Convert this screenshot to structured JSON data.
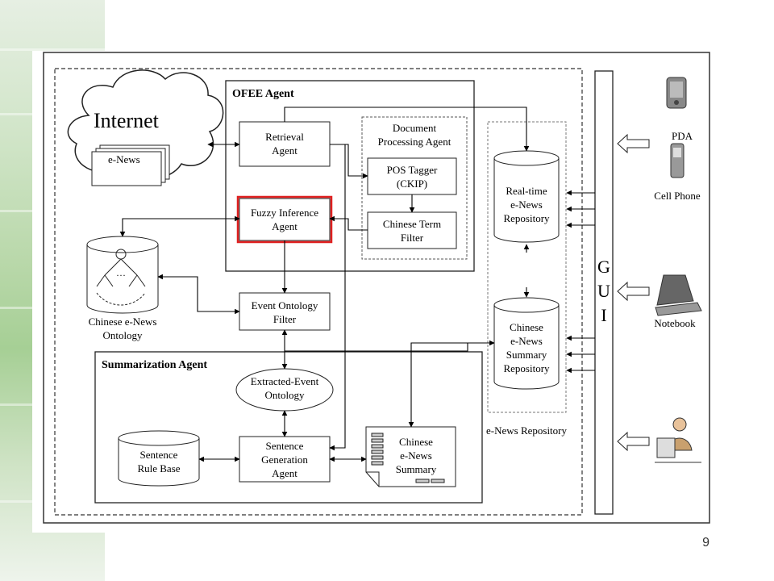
{
  "slide_number": "9",
  "diagram": {
    "internet_label": "Internet",
    "enews_label": "e-News",
    "ofee_agent_title": "OFEE Agent",
    "retrieval_agent": [
      "Retrieval",
      "Agent"
    ],
    "doc_processing_agent": [
      "Document",
      "Processing Agent"
    ],
    "pos_tagger": [
      "POS Tagger",
      "(CKIP)"
    ],
    "chinese_term_filter": [
      "Chinese Term",
      "Filter"
    ],
    "fuzzy_inference_agent": [
      "Fuzzy Inference",
      "Agent"
    ],
    "chinese_enews_ontology": [
      "Chinese e-News",
      "Ontology"
    ],
    "event_ontology_filter": [
      "Event Ontology",
      "Filter"
    ],
    "summarization_agent_title": "Summarization Agent",
    "extracted_event_ontology": [
      "Extracted-Event",
      "Ontology"
    ],
    "sentence_rule_base": [
      "Sentence",
      "Rule Base"
    ],
    "sentence_generation_agent": [
      "Sentence",
      "Generation",
      "Agent"
    ],
    "chinese_enews_summary": [
      "Chinese",
      "e-News",
      "Summary"
    ],
    "realtime_repository": [
      "Real-time",
      "e-News",
      "Repository"
    ],
    "summary_repository": [
      "Chinese",
      "e-News",
      "Summary",
      "Repository"
    ],
    "enews_repository_label": "e-News Repository",
    "gui_letters": [
      "G",
      "U",
      "I"
    ],
    "devices": {
      "pda": "PDA",
      "cell_phone": "Cell Phone",
      "notebook": "Notebook"
    },
    "highlight_color": "#e02020"
  }
}
